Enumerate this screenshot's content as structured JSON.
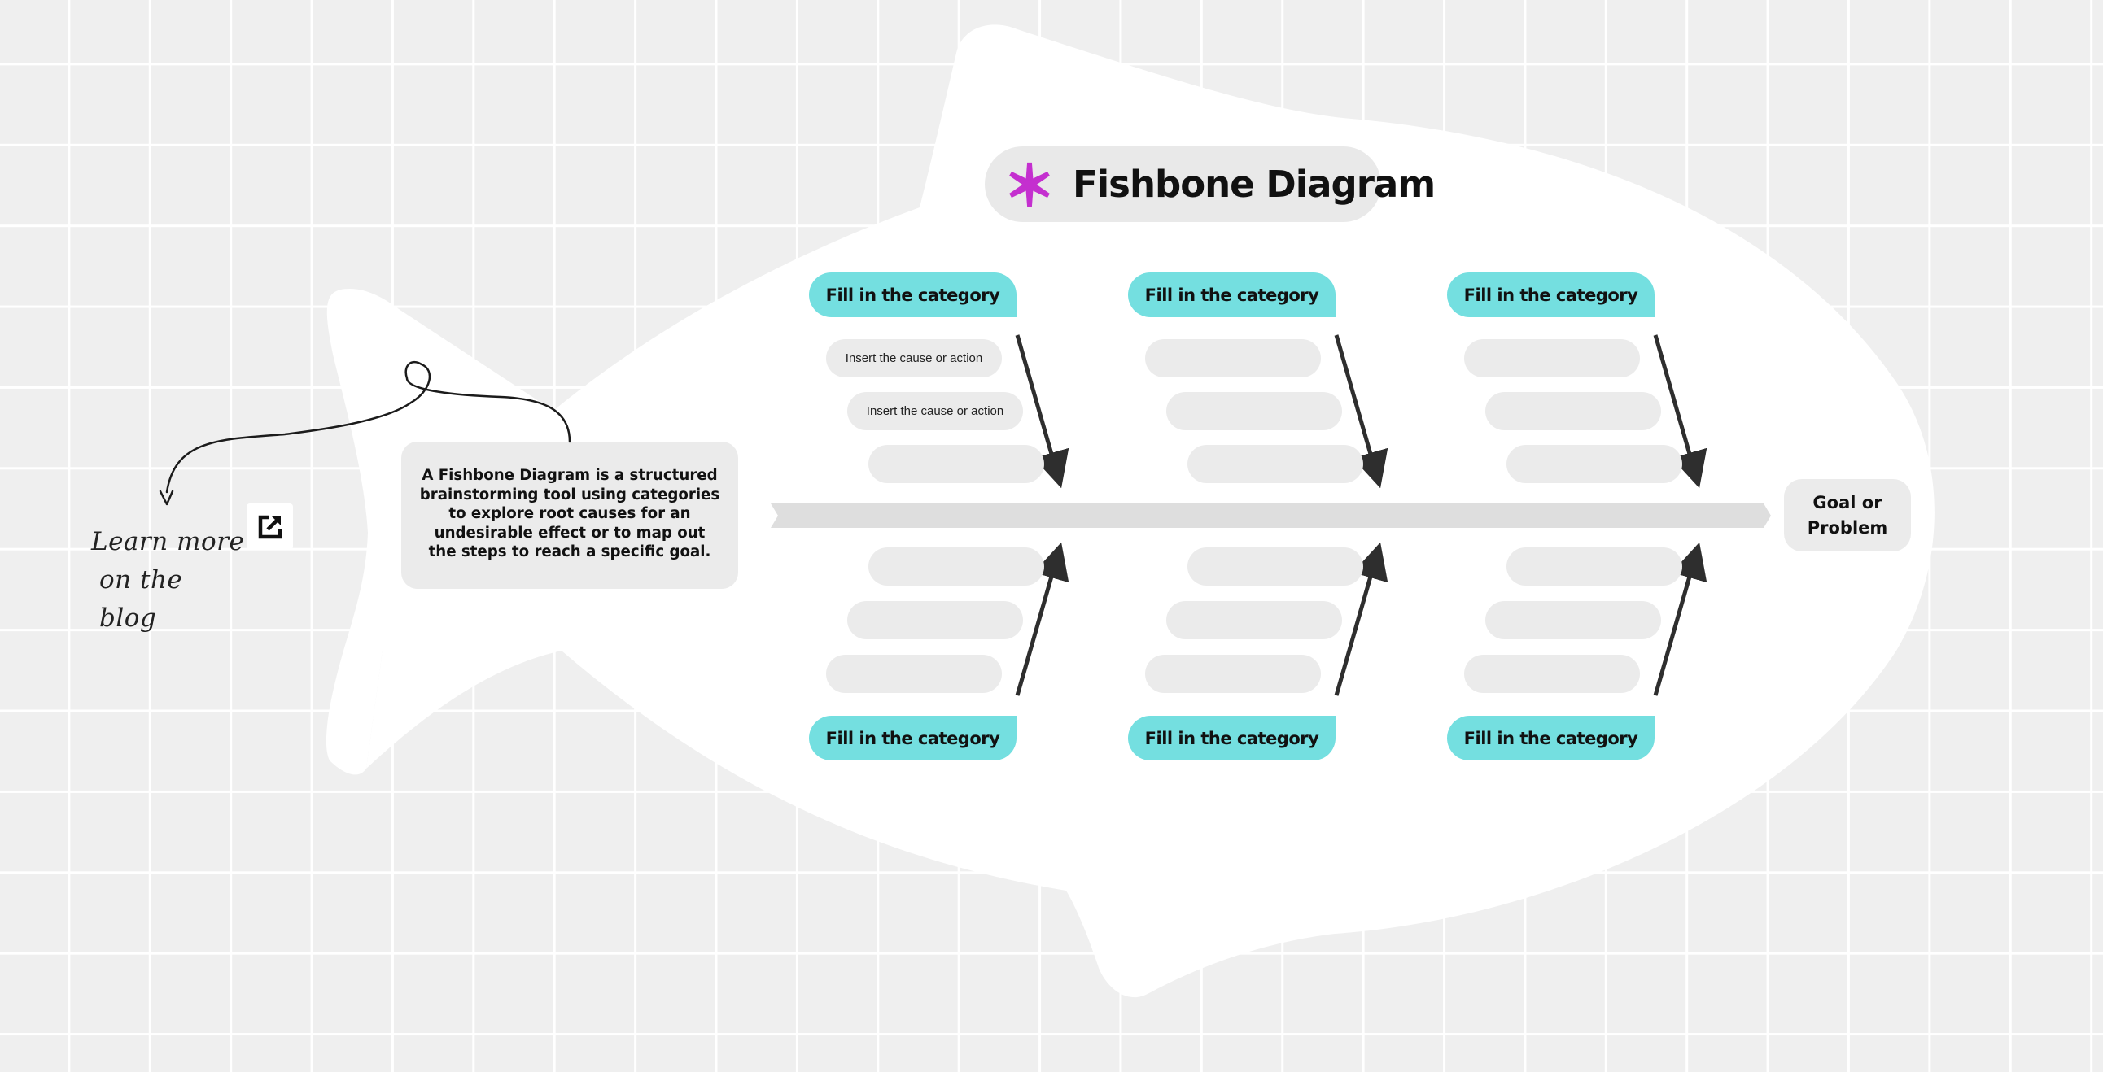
{
  "diagram": {
    "title": "Fishbone Diagram",
    "description": "A Fishbone Diagram is a structured brainstorming tool using categories to explore root causes for an undesirable effect or to map out the steps to reach a specific goal.",
    "goal_label": "Goal or Problem",
    "learn_more": {
      "line1": "Learn more",
      "line2": "on the blog"
    },
    "categories_top": [
      "Fill in the category",
      "Fill in the category",
      "Fill in the category"
    ],
    "categories_bottom": [
      "Fill in the category",
      "Fill in the category",
      "Fill in the category"
    ],
    "top_causes": [
      [
        "Insert the cause or action",
        "Insert the cause or action",
        ""
      ],
      [
        "",
        "",
        ""
      ],
      [
        "",
        "",
        ""
      ]
    ],
    "bottom_causes": [
      [
        "",
        "",
        ""
      ],
      [
        "",
        "",
        ""
      ],
      [
        "",
        "",
        ""
      ]
    ]
  },
  "colors": {
    "category": "#74dfe0",
    "accent_asterisk": "#c42fcf",
    "card": "#ebebeb",
    "background": "#efefef",
    "fish_body": "#ffffff"
  },
  "icons": {
    "title_icon": "asterisk-icon",
    "external_link": "external-link-icon",
    "doodle": "curly-arrow-icon"
  }
}
